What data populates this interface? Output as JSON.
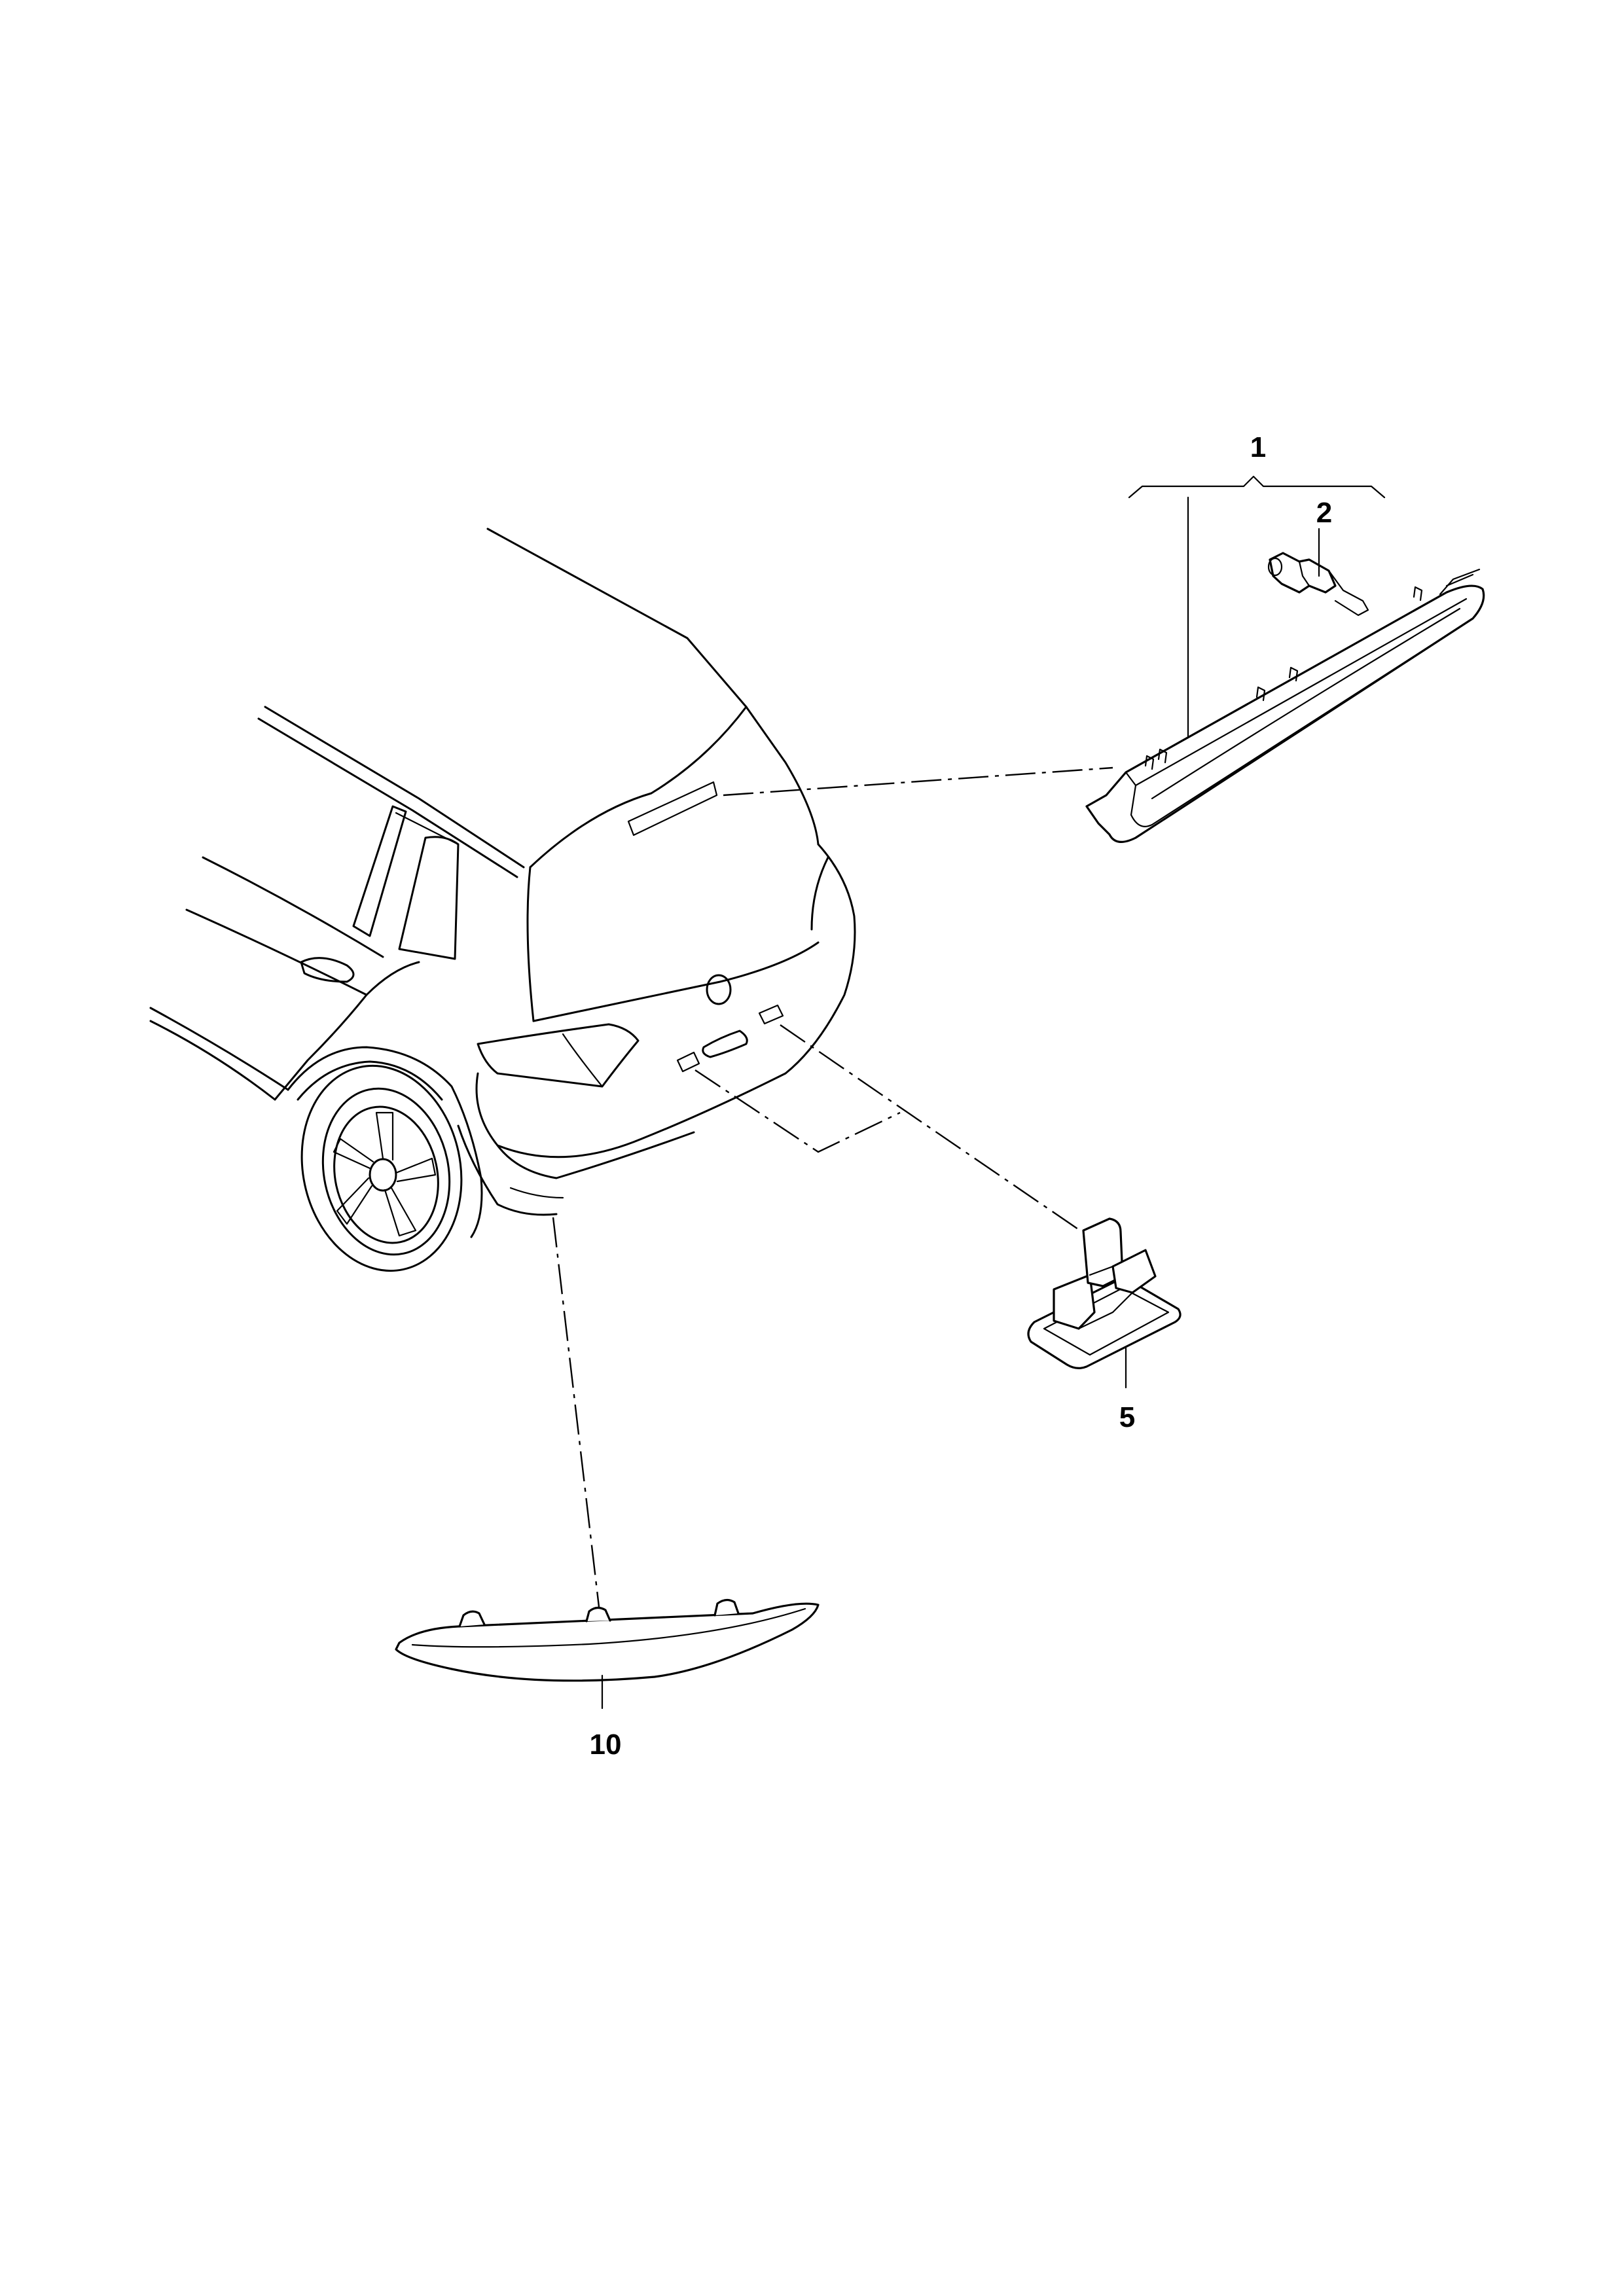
{
  "callouts": {
    "c1": "1",
    "c2": "2",
    "c5": "5",
    "c10": "10"
  }
}
